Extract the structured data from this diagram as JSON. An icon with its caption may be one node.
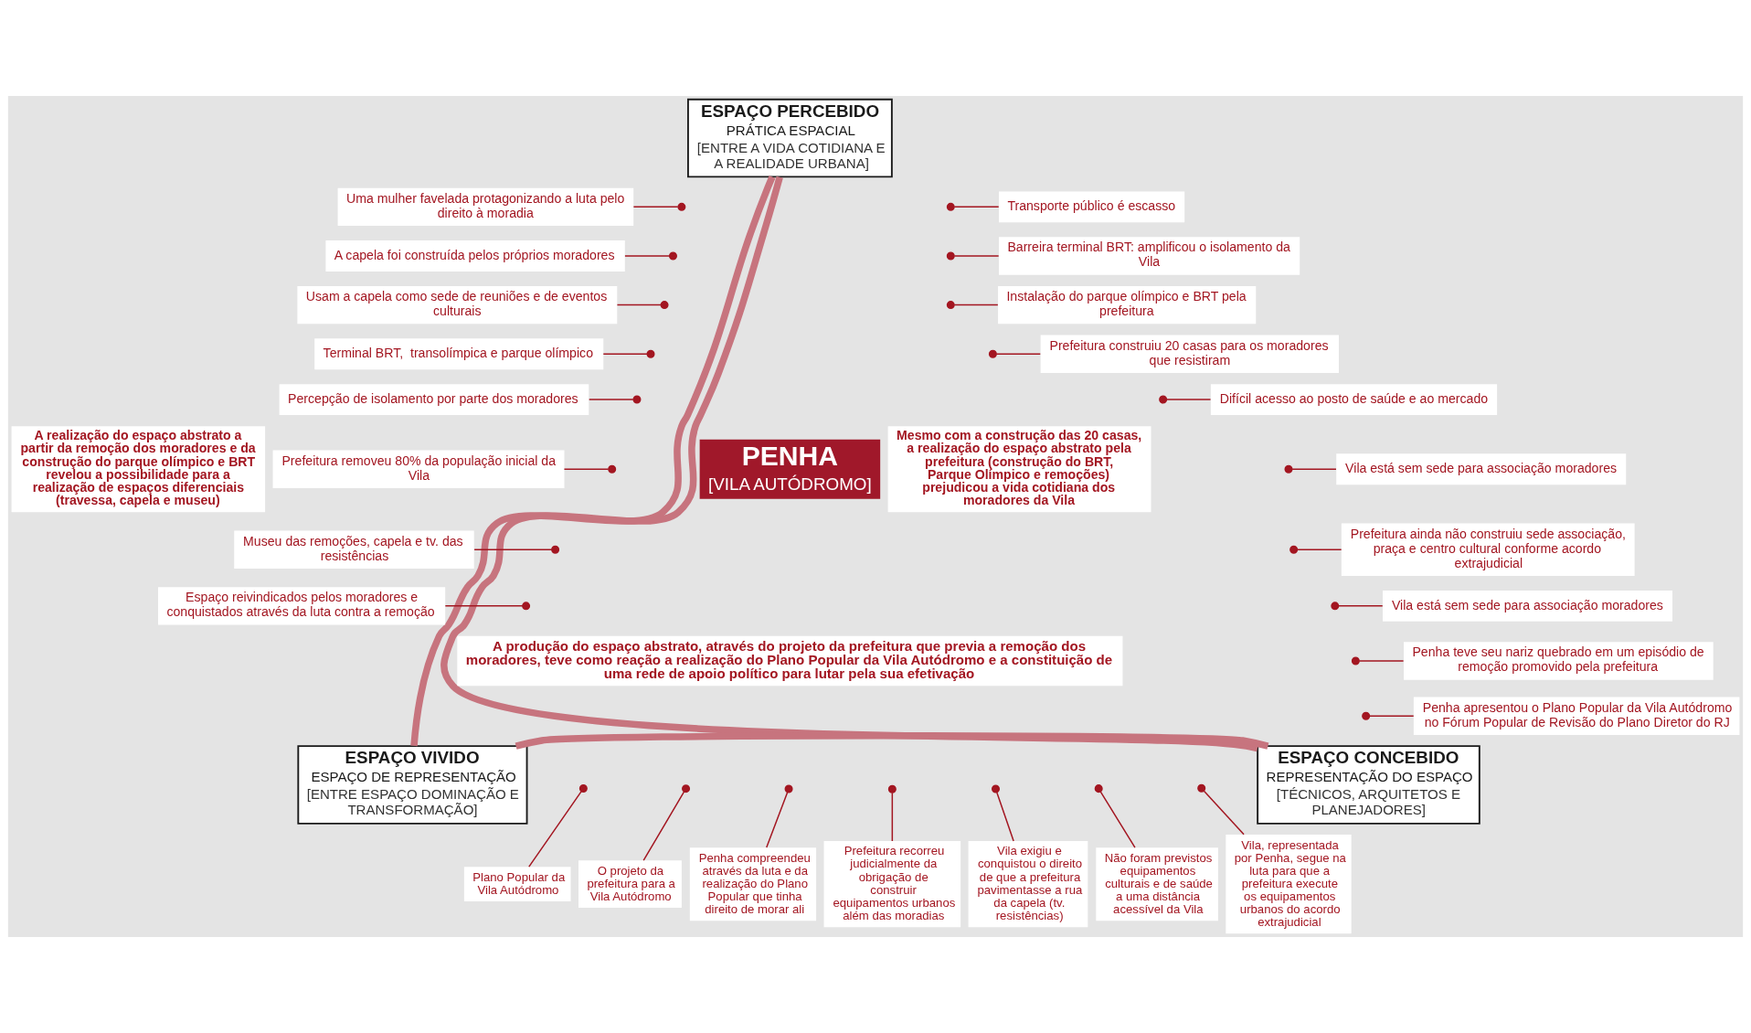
{
  "diagram": {
    "nodes": [
      {
        "text": [
          "ESPAÇO PERCEBIDO",
          "PRÁTICA ESPACIAL",
          "[ENTRE A VIDA COTIDIANA E A REALIDADE URBANA]"
        ]
      },
      {
        "text": [
          "Uma mulher favelada protagonizando a luta pelo direito à moradia"
        ]
      },
      {
        "text": [
          "A capela foi construída pelos próprios moradores"
        ]
      },
      {
        "text": [
          "Usam a capela como sede de reuniões e de eventos culturais"
        ]
      },
      {
        "text": [
          "Terminal BRT,  transolímpica e parque olímpico"
        ]
      },
      {
        "text": [
          "Percepção de isolamento por parte dos moradores"
        ]
      },
      {
        "text": [
          "Prefeitura removeu 80% da população inicial da Vila"
        ]
      },
      {
        "text": [
          "Museu das remoções, capela e tv. das resistências"
        ]
      },
      {
        "text": [
          "Espaço reivindicados pelos moradores e conquistados através da luta contra a remoção"
        ]
      },
      {
        "text": [
          "Transporte público é escasso"
        ]
      },
      {
        "text": [
          "Barreira terminal BRT: amplificou o isolamento da Vila"
        ]
      },
      {
        "text": [
          "Instalação do parque olímpico e BRT pela prefeitura"
        ]
      },
      {
        "text": [
          "Prefeitura construiu 20 casas para os moradores que resistiram"
        ]
      },
      {
        "text": [
          "Difícil acesso ao posto de saúde e ao mercado"
        ]
      },
      {
        "text": [
          "Vila está sem sede para associação moradores"
        ]
      },
      {
        "text": [
          "Prefeitura ainda não construiu sede associação, praça e centro cultural conforme acordo extrajudicial"
        ]
      },
      {
        "text": [
          "Vila está sem sede para associação moradores"
        ]
      },
      {
        "text": [
          "Penha teve seu nariz quebrado em um episódio de remoção promovido pela prefeitura"
        ]
      },
      {
        "text": [
          "Penha apresentou o Plano Popular da Vila Autódromo no Fórum Popular de Revisão do Plano Diretor do RJ"
        ]
      },
      {
        "text": [
          "A realização do espaço abstrato a partir da remoção dos moradores e da construção do parque olímpico e BRT revelou a possibilidade para a realização de espaços diferenciais (travessa, capela e museu)"
        ]
      },
      {
        "text": [
          "Mesmo com a construção das 20 casas, a realização do espaço abstrato pela prefeitura (construção do BRT, Parque Olímpico e remoções) prejudicou a vida cotidiana dos moradores da Vila"
        ]
      },
      {
        "text": [
          "PENHA",
          "[VILA AUTÓDROMO]"
        ]
      },
      {
        "text": [
          "ESPAÇO VIVIDO",
          "ESPAÇO DE REPRESENTAÇÃO",
          "[ENTRE ESPAÇO DOMINAÇÃO E TRANSFORMAÇÃO]"
        ]
      },
      {
        "text": [
          "A produção do espaço abstrato, através do projeto da prefeitura que previa a remoção dos moradores, teve como reação a realização do Plano Popular da Vila Autódromo e a constituição de uma rede de apoio político para lutar pela sua efetivação"
        ]
      },
      {
        "text": [
          "ESPAÇO CONCEBIDO",
          "REPRESENTAÇÃO DO ESPAÇO",
          "[TÉCNICOS, ARQUITETOS E PLANEJADORES]"
        ]
      },
      {
        "text": [
          "Plano Popular da Vila Autódromo"
        ]
      },
      {
        "text": [
          "O projeto da prefeitura para a Vila Autódromo"
        ]
      },
      {
        "text": [
          "Penha compreendeu através da luta e da realização do Plano Popular que tinha direito de morar ali"
        ]
      },
      {
        "text": [
          "Prefeitura recorreu judicialmente da obrigação de construir equipamentos urbanos além das moradias"
        ]
      },
      {
        "text": [
          "Vila exigiu e conquistou o direito de que a prefeitura pavimentasse a rua da capela (tv. resistências)"
        ]
      },
      {
        "text": [
          "Não foram previstos equipamentos culturais e de saúde a uma distância acessível da Vila"
        ]
      },
      {
        "text": [
          "Vila, representada por Penha, segue na luta para que a prefeitura execute os equipamentos urbanos do acordo extrajudicial"
        ]
      }
    ],
    "edges": [
      {
        "from": 0,
        "to": 22,
        "arrow": "none",
        "style": "thick",
        "color": "#c7747e"
      },
      {
        "from": 0,
        "to": 24,
        "arrow": "none",
        "style": "thick",
        "color": "#c7747e"
      },
      {
        "from": 22,
        "to": 24,
        "arrow": "none",
        "style": "thick",
        "color": "#c7747e"
      },
      {
        "from": 1,
        "to": null,
        "arrow": "other"
      },
      {
        "from": 2,
        "to": null,
        "arrow": "other"
      },
      {
        "from": 3,
        "to": null,
        "arrow": "other"
      },
      {
        "from": 4,
        "to": null,
        "arrow": "other"
      },
      {
        "from": 5,
        "to": null,
        "arrow": "other"
      },
      {
        "from": 6,
        "to": null,
        "arrow": "other"
      },
      {
        "from": 7,
        "to": null,
        "arrow": "other"
      },
      {
        "from": 8,
        "to": null,
        "arrow": "other"
      },
      {
        "from": 9,
        "to": null,
        "arrow": "other"
      },
      {
        "from": 10,
        "to": null,
        "arrow": "other"
      },
      {
        "from": 11,
        "to": null,
        "arrow": "other"
      },
      {
        "from": 12,
        "to": null,
        "arrow": "other"
      },
      {
        "from": 13,
        "to": null,
        "arrow": "other"
      },
      {
        "from": 14,
        "to": null,
        "arrow": "other"
      },
      {
        "from": 15,
        "to": null,
        "arrow": "other"
      },
      {
        "from": 16,
        "to": null,
        "arrow": "other"
      },
      {
        "from": 17,
        "to": null,
        "arrow": "other"
      },
      {
        "from": 18,
        "to": null,
        "arrow": "other"
      },
      {
        "from": 25,
        "to": null,
        "arrow": "other"
      },
      {
        "from": 26,
        "to": null,
        "arrow": "other"
      },
      {
        "from": 27,
        "to": null,
        "arrow": "other"
      },
      {
        "from": 28,
        "to": null,
        "arrow": "other"
      },
      {
        "from": 29,
        "to": null,
        "arrow": "other"
      },
      {
        "from": 30,
        "to": null,
        "arrow": "other"
      },
      {
        "from": 31,
        "to": null,
        "arrow": "other"
      }
    ]
  }
}
